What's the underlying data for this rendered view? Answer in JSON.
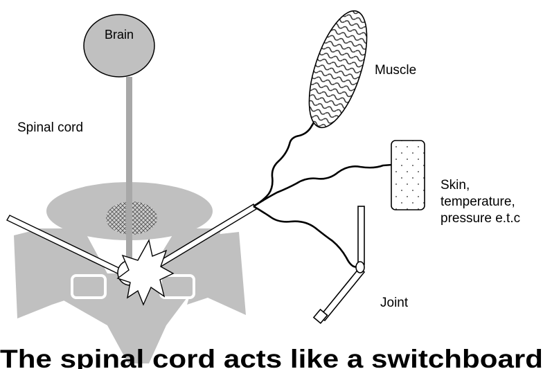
{
  "labels": {
    "brain": "Brain",
    "spinal_cord": "Spinal cord",
    "muscle": "Muscle",
    "skin_line1": "Skin,",
    "skin_line2": "temperature,",
    "skin_line3": "pressure e.t.c",
    "joint": "Joint"
  },
  "caption": "The spinal cord acts like a switchboard",
  "colors": {
    "gray": "#c0c0c0",
    "dark_gray": "#a8a8a8",
    "stroke": "#000000"
  }
}
